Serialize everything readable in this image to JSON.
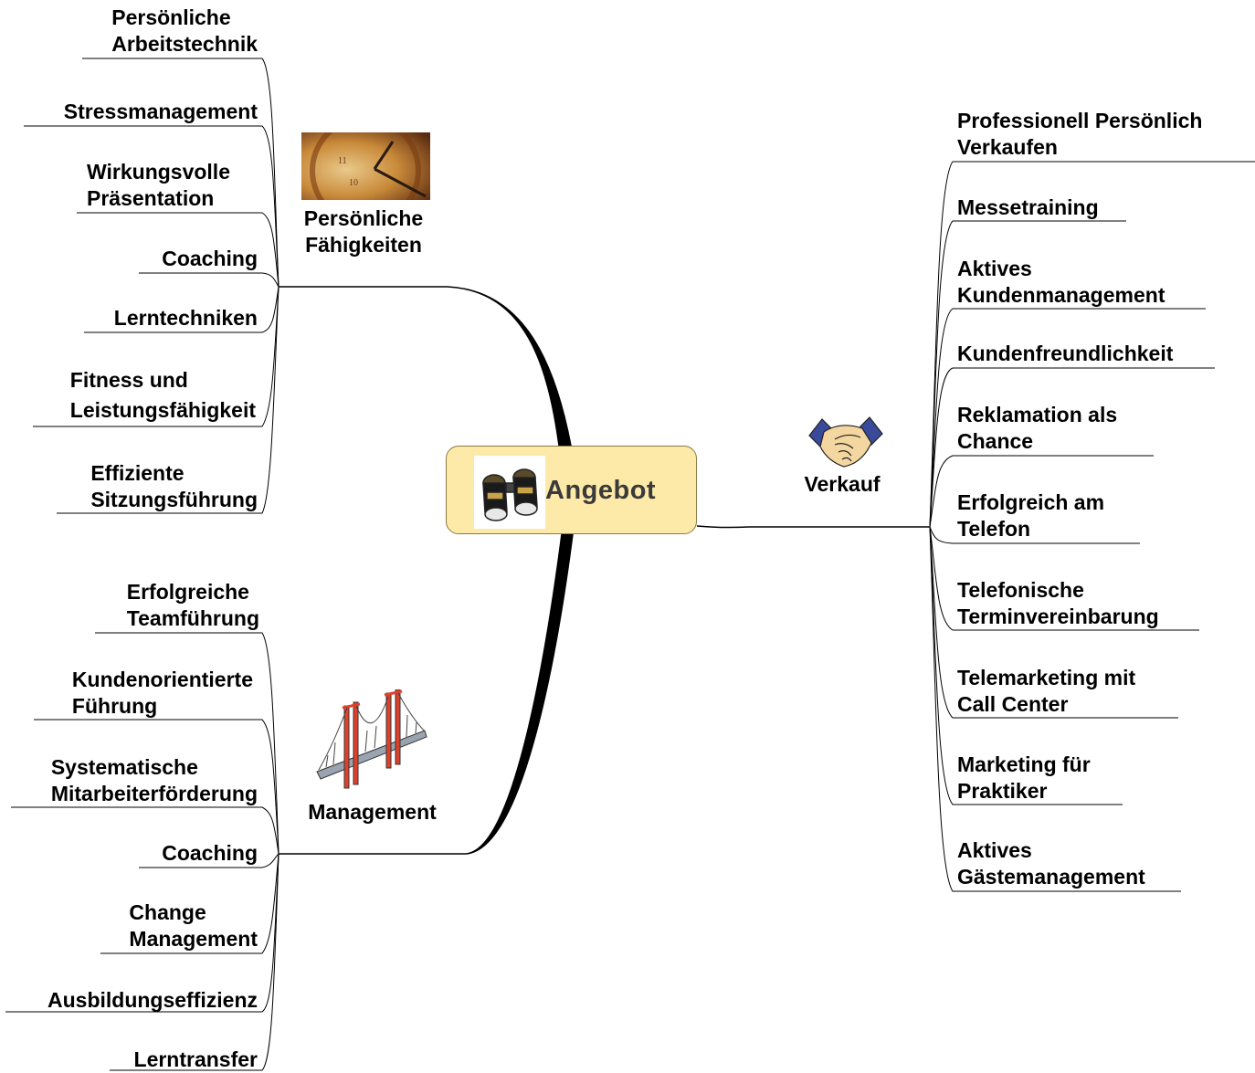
{
  "central": {
    "title": "Angebot",
    "icon": "binoculars-icon"
  },
  "branches": {
    "personal": {
      "label_lines": [
        "Persönliche",
        "Fähigkeiten"
      ],
      "icon": "clock-icon",
      "items": [
        [
          "Persönliche",
          "Arbeitstechnik"
        ],
        [
          "Stressmanagement"
        ],
        [
          "Wirkungsvolle",
          "Präsentation"
        ],
        [
          "Coaching"
        ],
        [
          "Lerntechniken"
        ],
        [
          "Fitness und",
          "Leistungsfähigkeit"
        ],
        [
          "Effiziente",
          "Sitzungsführung"
        ]
      ]
    },
    "management": {
      "label_lines": [
        "Management"
      ],
      "icon": "bridge-icon",
      "items": [
        [
          "Erfolgreiche",
          "Teamführung"
        ],
        [
          "Kundenorientierte",
          "Führung"
        ],
        [
          "Systematische",
          "Mitarbeiterförderung"
        ],
        [
          "Coaching"
        ],
        [
          "Change",
          "Management"
        ],
        [
          "Ausbildungseffizienz"
        ],
        [
          "Lerntransfer"
        ]
      ]
    },
    "sales": {
      "label_lines": [
        "Verkauf"
      ],
      "icon": "handshake-icon",
      "items": [
        [
          "Professionell Persönlich",
          "Verkaufen"
        ],
        [
          "Messetraining"
        ],
        [
          "Aktives",
          "Kundenmanagement"
        ],
        [
          "Kundenfreundlichkeit"
        ],
        [
          "Reklamation als",
          "Chance"
        ],
        [
          "Erfolgreich am",
          "Telefon"
        ],
        [
          "Telefonische",
          "Terminvereinbarung"
        ],
        [
          "Telemarketing mit",
          "Call Center"
        ],
        [
          "Marketing für",
          "Praktiker"
        ],
        [
          "Aktives",
          "Gästemanagement"
        ]
      ]
    }
  }
}
